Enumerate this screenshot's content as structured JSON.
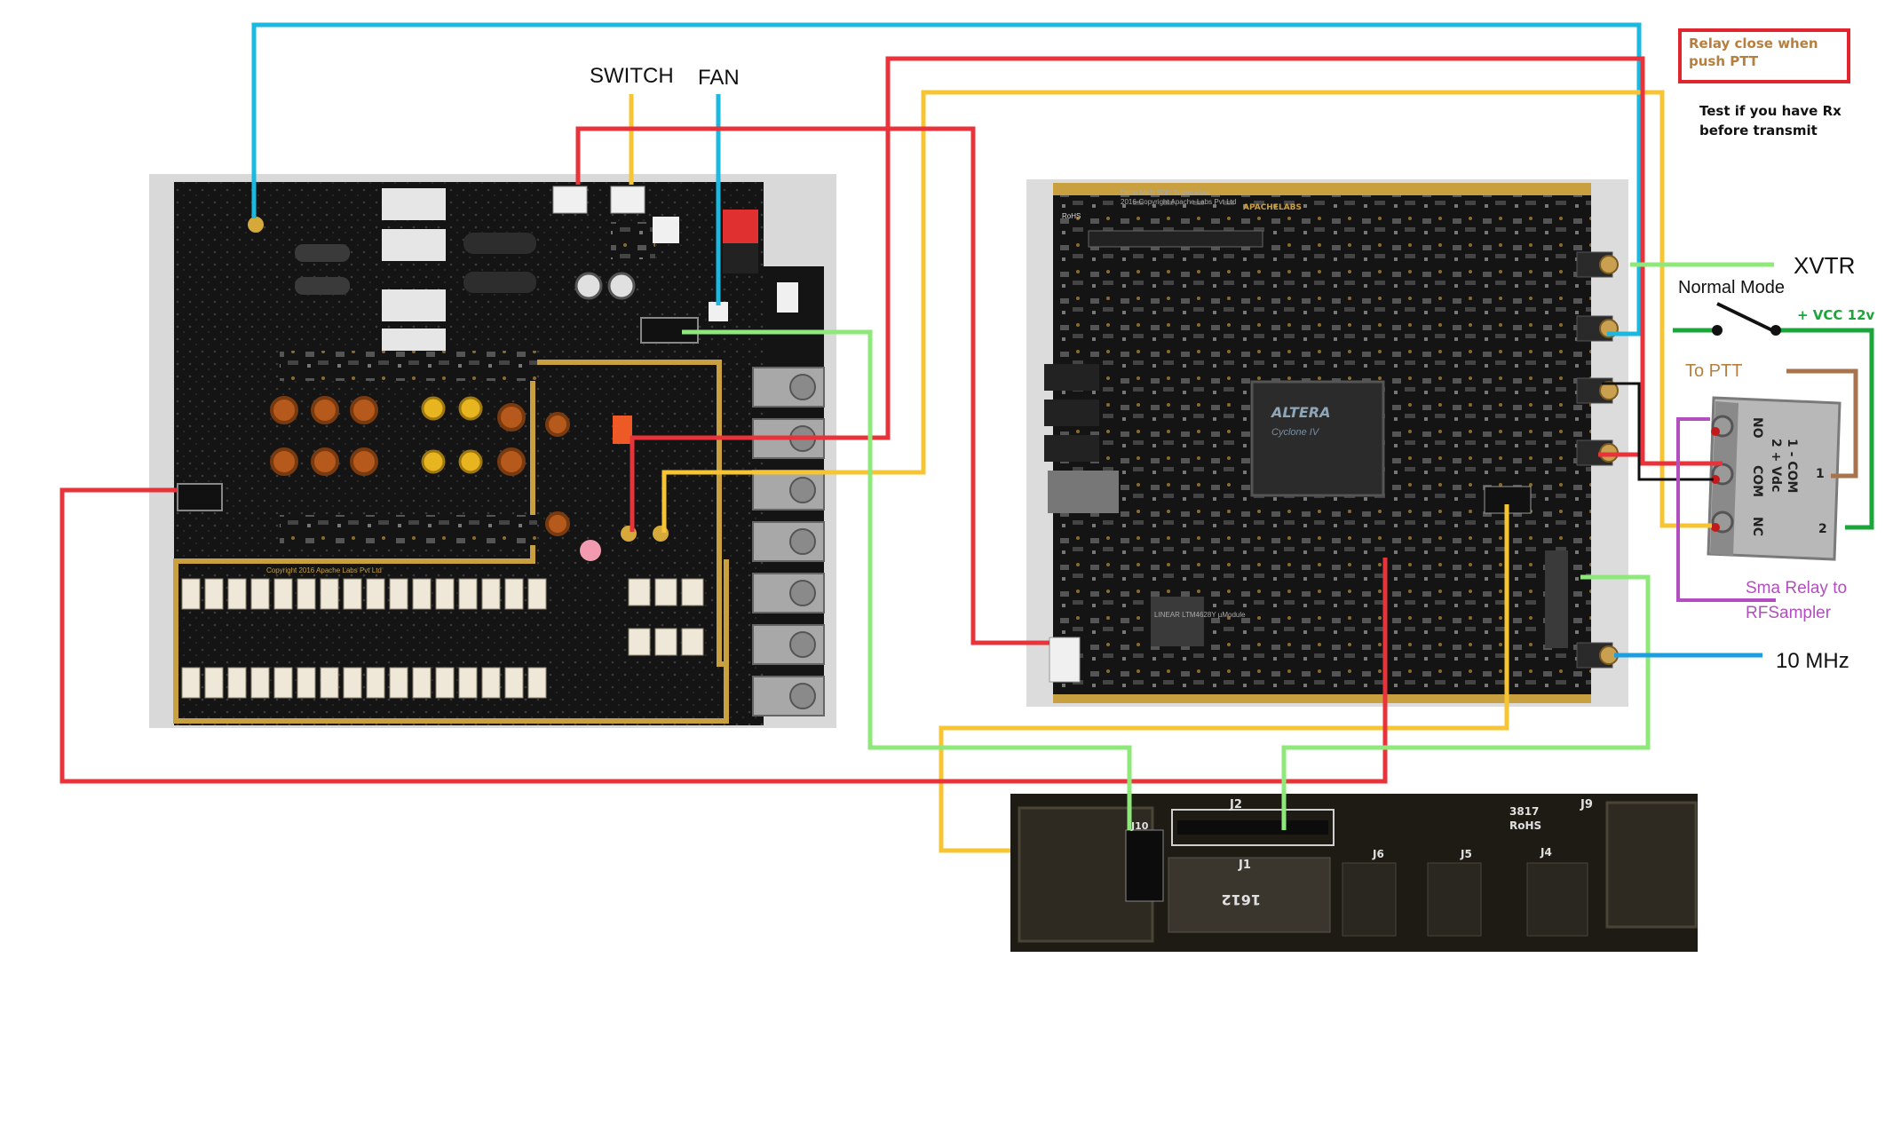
{
  "labels": {
    "switch": "SWITCH",
    "fan": "FAN",
    "relay_note": "Relay  close when push PTT",
    "test_note": "Test if you have Rx before transmit",
    "xvtr": "XVTR",
    "normal_mode": "Normal Mode",
    "vcc": "+ VCC 12v",
    "to_ptt": "To PTT",
    "sma_relay": "Sma Relay to RFSampler",
    "ten_mhz": "10 MHz"
  },
  "relay_markings": {
    "pin1": "1 - COM",
    "pin2": "2 + Vdc",
    "no": "NO",
    "com": "COM",
    "nc": "NC",
    "one": "1",
    "two": "2"
  },
  "pcb_text": {
    "left_copyright": "Copyright 2016 Apache Labs Pvt Ltd",
    "center_title": "Orion MKII SDR Transceiver",
    "center_copyright": "2016-Copyright Apache Labs Pvt Ltd",
    "center_brand": "APACHELABS",
    "fpga_brand": "ALTERA",
    "fpga_model": "Cyclone IV",
    "lt_module": "LINEAR LTM4628Y µModule",
    "rohs": "RoHS",
    "bottom_rohs": "RoHS",
    "bottom_code": "3817",
    "bottom_date": "1612",
    "j2": "J2",
    "j1": "J1",
    "j9": "J9",
    "j6": "J6",
    "j5": "J5",
    "j4": "J4",
    "j10": "J10"
  },
  "colors": {
    "red": "#e8333a",
    "cyan": "#1cb8e0",
    "yellow": "#f7c433",
    "green": "#8fe87a",
    "dark_green": "#1aa63a",
    "brown": "#a8744e",
    "purple": "#b34ec0",
    "blue": "#1b9fe0",
    "pcb": "#151515",
    "gold": "#c9a040"
  }
}
